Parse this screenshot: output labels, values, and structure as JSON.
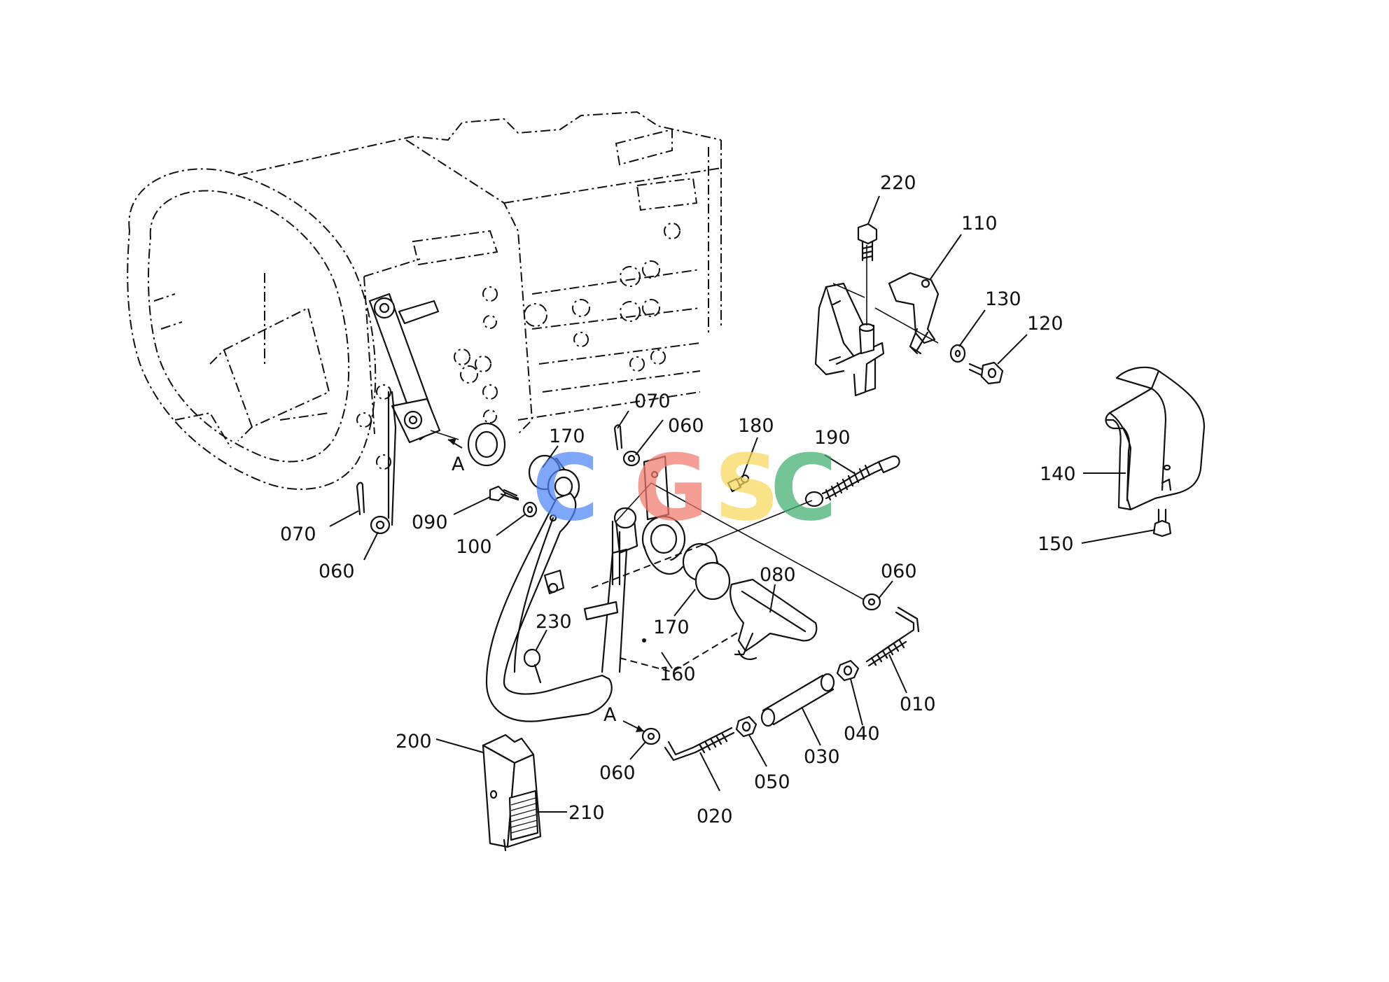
{
  "diagram": {
    "part_labels": {
      "p010": "010",
      "p020": "020",
      "p030": "030",
      "p040": "040",
      "p050": "050",
      "p060_a": "060",
      "p060_b": "060",
      "p060_c": "060",
      "p060_d": "060",
      "p070_a": "070",
      "p070_b": "070",
      "p080": "080",
      "p090": "090",
      "p100": "100",
      "p110": "110",
      "p120": "120",
      "p130": "130",
      "p140": "140",
      "p150": "150",
      "p160": "160",
      "p170_a": "170",
      "p170_b": "170",
      "p180": "180",
      "p190": "190",
      "p200": "200",
      "p210": "210",
      "p220": "220",
      "p230": "230"
    },
    "reference_marks": {
      "ref_a_top": "A",
      "ref_a_bottom": "A"
    }
  },
  "watermark": {
    "letters": [
      "C",
      "G",
      "S",
      "C"
    ],
    "colors": [
      "#4f86f7",
      "#f07a6e",
      "#f7d85a",
      "#3fae6e"
    ]
  }
}
